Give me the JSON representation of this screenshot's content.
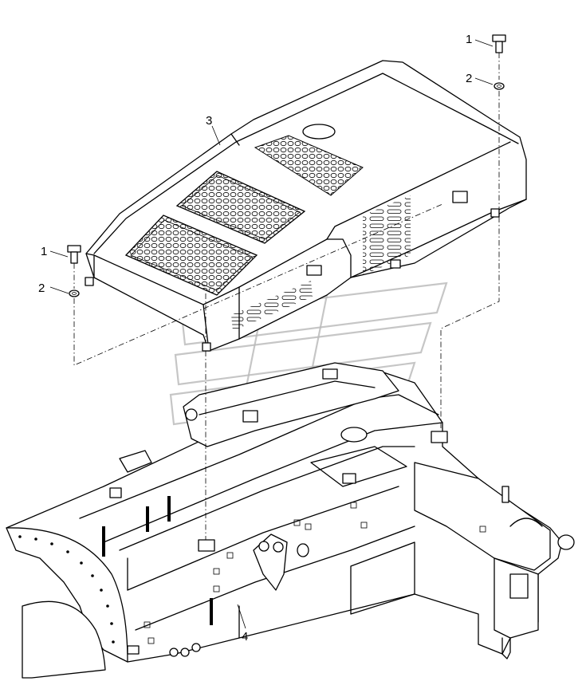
{
  "callouts": {
    "bolt_right": "1",
    "washer_right": "2",
    "cover": "3",
    "bolt_left": "1",
    "washer_left": "2",
    "frame": "4"
  },
  "colors": {
    "line": "#000000",
    "background": "#ffffff",
    "watermark": "#b8b8b8"
  }
}
